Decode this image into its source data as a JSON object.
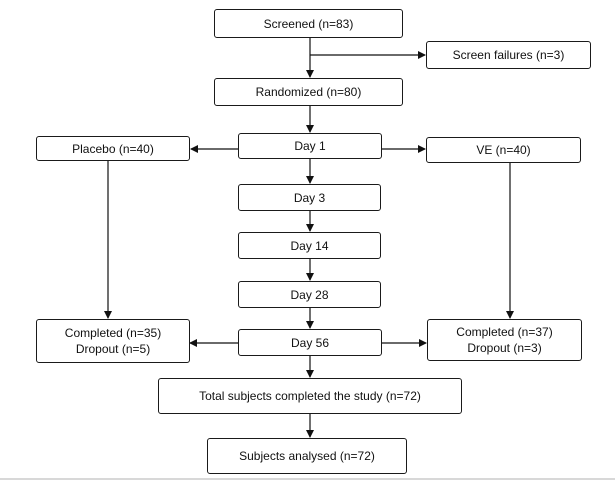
{
  "flowchart": {
    "screened": "Screened (n=83)",
    "screen_failures": "Screen failures (n=3)",
    "randomized": "Randomized (n=80)",
    "day1": "Day 1",
    "placebo": "Placebo (n=40)",
    "ve": "VE (n=40)",
    "day3": "Day 3",
    "day14": "Day 14",
    "day28": "Day 28",
    "day56": "Day 56",
    "placebo_completed": "Completed (n=35)",
    "placebo_dropout": "Dropout (n=5)",
    "ve_completed": "Completed (n=37)",
    "ve_dropout": "Dropout (n=3)",
    "total_completed": "Total subjects completed the study (n=72)",
    "analysed": "Subjects analysed (n=72)"
  }
}
